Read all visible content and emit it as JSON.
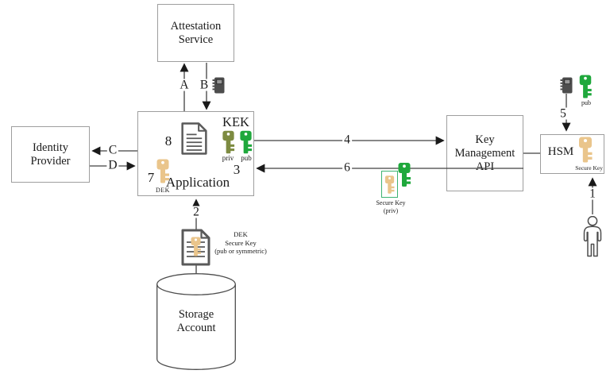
{
  "nodes": {
    "attestation_service": {
      "line1": "Attestation",
      "line2": "Service"
    },
    "identity_provider": {
      "line1": "Identity",
      "line2": "Provider"
    },
    "application": {
      "label": "Application",
      "step_document": "8",
      "kek": {
        "label": "KEK",
        "priv": "priv",
        "pub": "pub",
        "step": "3"
      },
      "dek": {
        "step": "7",
        "label": "DEK"
      }
    },
    "key_management_api": {
      "line1": "Key",
      "line2": "Management",
      "line3": "API"
    },
    "hsm": {
      "label": "HSM",
      "key_label": "Secure Key"
    },
    "storage_account": {
      "line1": "Storage",
      "line2": "Account"
    }
  },
  "edges": {
    "app_to_attestation": {
      "label": "A"
    },
    "attestation_to_app": {
      "label": "B"
    },
    "app_to_identity": {
      "label": "C"
    },
    "identity_to_app": {
      "label": "D"
    },
    "user_to_hsm": {
      "label": "1"
    },
    "storage_to_app": {
      "label": "2"
    },
    "app_to_kms": {
      "label": "4"
    },
    "chip_to_hsm": {
      "label": "5"
    },
    "kms_to_app": {
      "label": "6"
    }
  },
  "annotations": {
    "dek_key_note": {
      "line1": "DEK",
      "line2": "Secure Key",
      "line3": "(pub or symmetric)"
    },
    "secure_key_priv_note": {
      "line1": "Secure Key",
      "line2": "(priv)"
    },
    "hsm_pub_key_label": "pub"
  },
  "icons": [
    "key-icon",
    "security-chip-icon",
    "document-icon",
    "encrypted-document-icon",
    "person-icon",
    "database-cylinder"
  ],
  "colors": {
    "key_tan": "#eac58b",
    "key_green": "#1fa83c",
    "key_olive": "#7d8b41",
    "chip_dark": "#4d4d4d",
    "box_border": "#9e9e9e",
    "line_color": "#404040",
    "arrow_head": "#1a1a1a",
    "note_green_border": "#3cb371"
  }
}
